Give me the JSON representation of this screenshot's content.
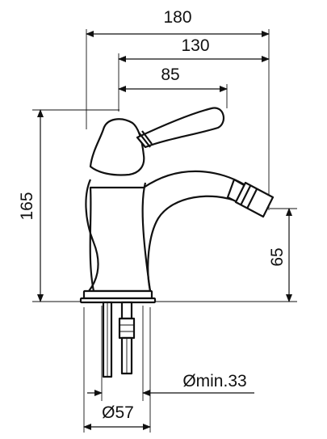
{
  "dimensions": {
    "overall_width": "180",
    "reach": "130",
    "handle_reach": "85",
    "height": "165",
    "spout_height": "65",
    "hole_diameter": "Ømin.33",
    "base_diameter": "Ø57"
  }
}
